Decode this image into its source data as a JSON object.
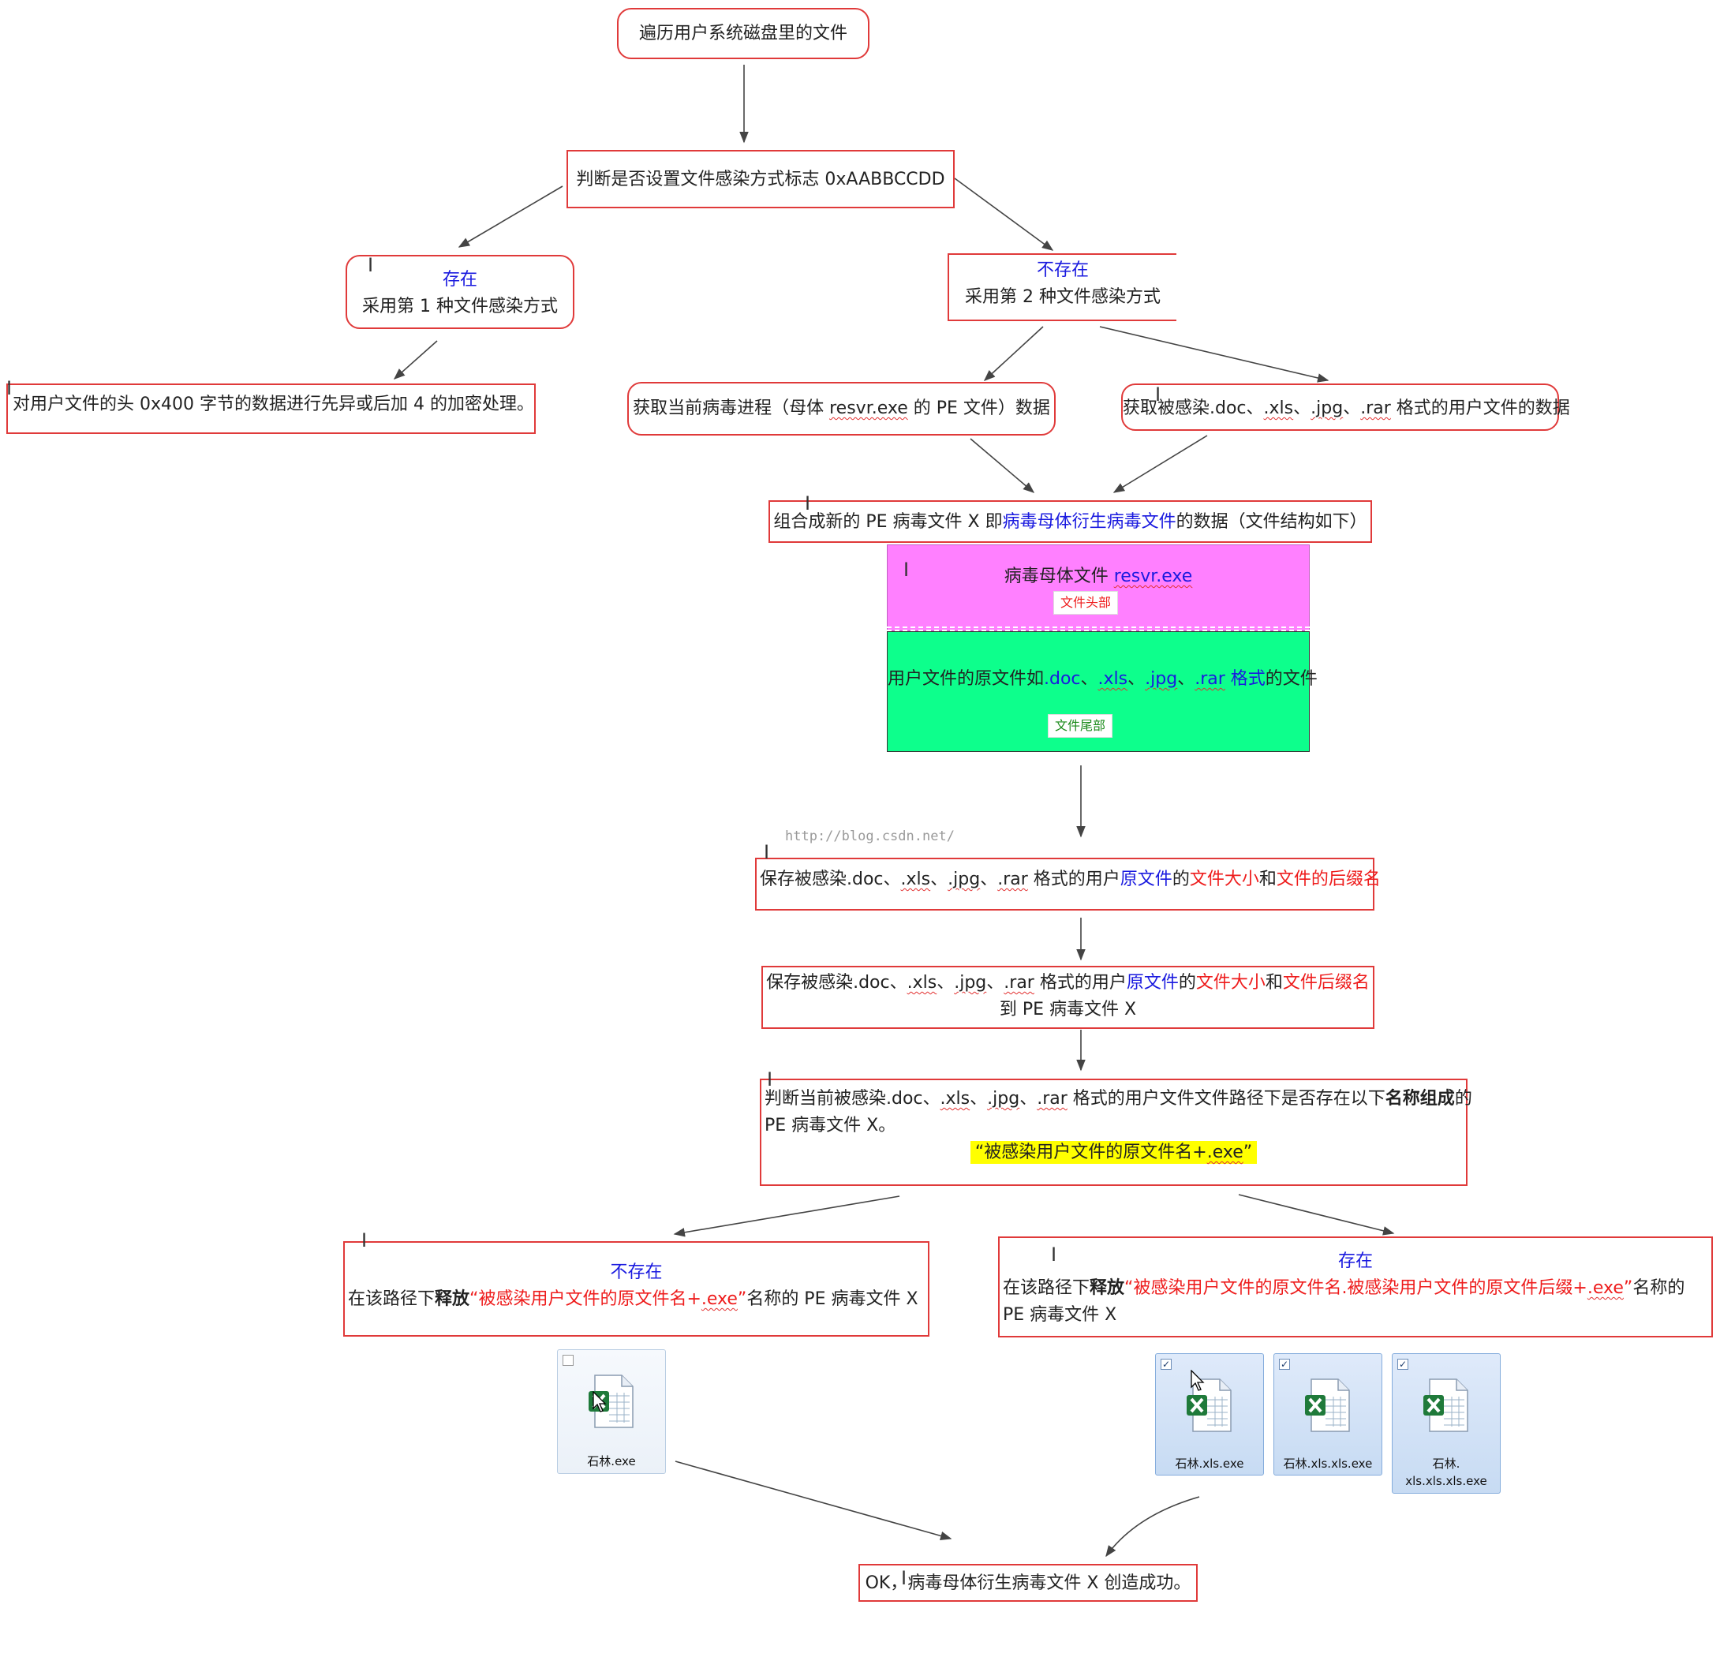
{
  "start": "遍历用户系统磁盘里的文件",
  "check_flag": "判断是否设置文件感染方式标志 0xAABBCCDD",
  "exists_left": {
    "status": "存在",
    "desc": "采用第 1 种文件感染方式"
  },
  "not_exists_right": {
    "status": "不存在",
    "desc": "采用第 2 种文件感染方式"
  },
  "encrypt_step": "对用户文件的头 0x400 字节的数据进行先异或后加 4 的加密处理。",
  "get_virus_pe": {
    "pre": "获取当前病毒进程（母体 ",
    "file": "resvr.exe",
    "post": " 的 PE 文件）数据"
  },
  "get_user_data": {
    "pre": "获取被感染",
    "e1": ".doc",
    "s1": "、",
    "e2": ".xls",
    "s2": "、",
    "e3": ".jpg",
    "s3": "、",
    "e4": ".rar",
    "post": " 格式的用户文件的数据"
  },
  "combine": {
    "pre": "组合成新的 PE 病毒文件 X 即",
    "highlight": "病毒母体衍生病毒文件",
    "post": "的数据（文件结构如下）"
  },
  "struct_head": {
    "label": "病毒母体文件 ",
    "file": "resvr.exe",
    "tag": "文件头部",
    "color": "#ff80ff"
  },
  "struct_tail": {
    "pre": "用户文件的原文件如",
    "e1": ".doc",
    "s1": "、",
    "e2": ".xls",
    "s2": "、",
    "e3": ".jpg",
    "s3": "、",
    "e4": ".rar",
    "post": " 格式",
    "post2": "的文件",
    "tag": "文件尾部",
    "color": "#0dff8c"
  },
  "watermark": "http://blog.csdn.net/",
  "save1": {
    "pre": "保存被感染",
    "e1": ".doc",
    "s1": "、",
    "e2": ".xls",
    "s2": "、",
    "e3": ".jpg",
    "s3": "、",
    "e4": ".rar",
    "mid": " 格式的用户",
    "a": "原文件",
    "b": "的",
    "c": "文件大小",
    "d": "和",
    "e": "文件的后缀名"
  },
  "save2": {
    "pre": "保存被感染",
    "e1": ".doc",
    "s1": "、",
    "e2": ".xls",
    "s2": "、",
    "e3": ".jpg",
    "s3": "、",
    "e4": ".rar",
    "mid": " 格式的用户",
    "a": "原文件",
    "b": "的",
    "c": "文件大小",
    "d": "和",
    "e": "文件后缀名",
    "line2": "到 PE 病毒文件 X"
  },
  "check_exist": {
    "pre": "判断当前被感染",
    "e1": ".doc",
    "s1": "、",
    "e2": ".xls",
    "s2": "、",
    "e3": ".jpg",
    "s3": "、",
    "e4": ".rar",
    "mid": " 格式的用户文件文件路径下是否存在以下",
    "bold": "名称组成",
    "end": "的",
    "line2": "PE 病毒文件 X。",
    "q_open": "“",
    "hl": "被感染用户文件的原文件名+",
    "hl_exe": ".exe",
    "q_close": "”"
  },
  "release_left": {
    "status": "不存在",
    "pre": "在该路径下",
    "bold": "释放",
    "q": "“",
    "name": "被感染用户文件的原文件名+",
    "exe": ".exe",
    "q2": "”",
    "post": "名称的 PE 病毒文件 X"
  },
  "release_right": {
    "status": "存在",
    "pre": "在该路径下",
    "bold": "释放",
    "q": "“",
    "name": "被感染用户文件的原文件名.被感染用户文件的原文件后缀+",
    "exe": ".exe",
    "q2": "”",
    "post": "名称的",
    "line2": "PE 病毒文件 X"
  },
  "files_left": [
    {
      "name": "石林.exe",
      "checked": false
    }
  ],
  "files_right": [
    {
      "name": "石林.xls.exe",
      "checked": true
    },
    {
      "name": "石林.xls.xls.exe",
      "checked": true
    },
    {
      "name": "石林.",
      "name2": "xls.xls.xls.exe",
      "checked": true
    }
  ],
  "checkmark": "✓",
  "done": {
    "pre": "OK，",
    "post": "病毒母体衍生病毒文件 X 创造成功。"
  },
  "colors": {
    "border": "#e03a3a",
    "blue_text": "#1a1adf",
    "red_text": "#ee1c1c",
    "highlight": "#ffff00",
    "arrow": "#444444"
  }
}
